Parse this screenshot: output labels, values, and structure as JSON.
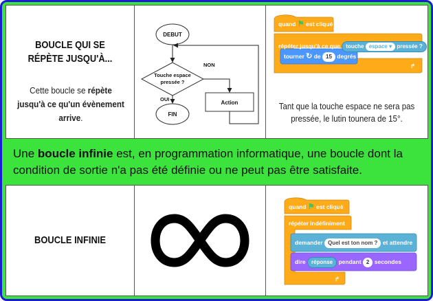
{
  "row1": {
    "title": "BOUCLE QUI SE RÉPÈTE JUSQU'À...",
    "description_pre": "Cette boucle se ",
    "description_bold": "répète jusqu'à ce qu'un évènement arrive",
    "description_post": ".",
    "flowchart": {
      "start": "DEBUT",
      "condition": "Touche espace pressée ?",
      "no_label": "NON",
      "yes_label": "OUI",
      "action": "Action",
      "end": "FIN"
    },
    "script": {
      "hat": "quand",
      "hat_end": "est cliqué",
      "repeat": "répéter jusqu'à ce que",
      "sensor_prefix": "touche",
      "sensor_key": "espace",
      "sensor_suffix": "pressée ?",
      "turn": "tourner",
      "turn_of": "de",
      "turn_value": "15",
      "turn_unit": "degrés"
    },
    "caption": "Tant que la touche espace ne sera pas pressée, le lutin tounera de 15°."
  },
  "definition": {
    "pre": "Une ",
    "bold": "boucle infinie",
    "post": " est, en programmation informatique, une boucle dont la condition de sortie n'a pas été définie ou ne peut pas être satisfaite."
  },
  "row3": {
    "title": "BOUCLE INFINIE",
    "script": {
      "hat": "quand",
      "hat_end": "est cliqué",
      "forever": "répéter indéfiniment",
      "ask": "demander",
      "ask_text": "Quel est ton nom ?",
      "ask_end": "et attendre",
      "say": "dire",
      "say_reporter": "réponse",
      "say_mid": "pendant",
      "say_value": "2",
      "say_unit": "secondes"
    }
  },
  "colors": {
    "frame": "#1c1cd6",
    "background": "#3de33d",
    "control": "#ffab19",
    "motion": "#4c97ff",
    "sensing": "#5cb1d6",
    "looks": "#9966ff"
  },
  "icons": [
    "green-flag-icon",
    "turn-right-icon",
    "dropdown-arrow-icon",
    "loop-arrow-icon",
    "infinity-icon"
  ]
}
